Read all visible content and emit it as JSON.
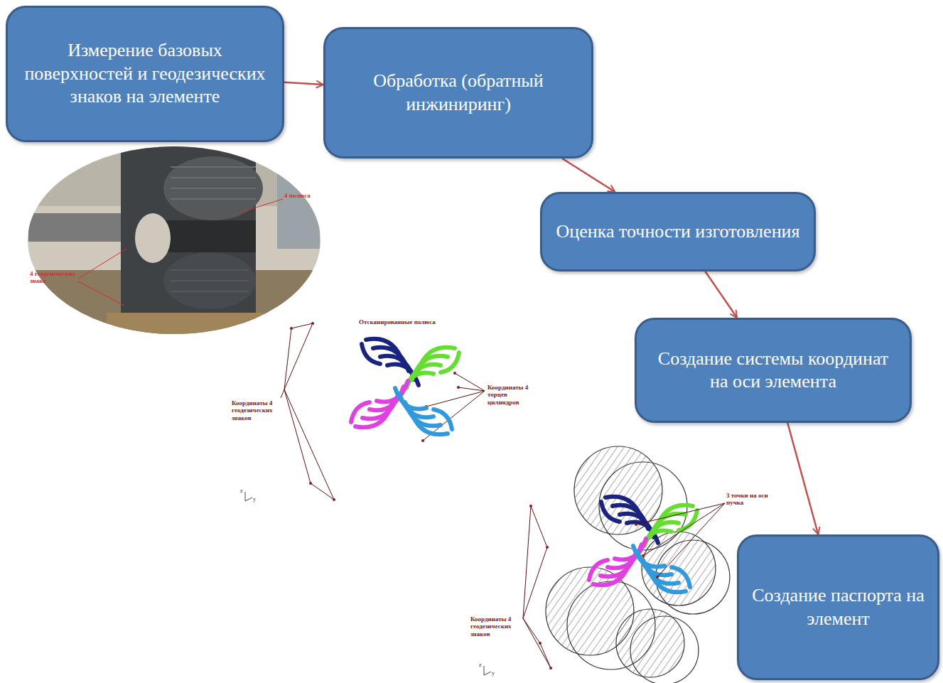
{
  "diagram": {
    "nodes": [
      {
        "text": [
          "Измерение базовых поверхностей и геодезических знаков на элементе"
        ]
      },
      {
        "text": [
          "Обработка (обратный инжиниринг)"
        ]
      },
      {
        "text": [
          "Оценка точности изготовления"
        ]
      },
      {
        "text": [
          "Создание системы координат на оси элемента"
        ]
      },
      {
        "text": [
          "Создание паспорта на элемент"
        ]
      }
    ],
    "edges": [
      {
        "from": 0,
        "to": 1,
        "arrow": "to"
      },
      {
        "from": 1,
        "to": 2,
        "arrow": "to"
      },
      {
        "from": 2,
        "to": 3,
        "arrow": "to"
      },
      {
        "from": 3,
        "to": 4,
        "arrow": "to"
      }
    ],
    "labels": [
      "4 геодезических знака",
      "4 полюса",
      "Отсканированные полюса",
      "Координаты 4 геодезических знаков",
      "Координаты 4 торцев цилиндров",
      "3 точки на оси пучка",
      "Координаты 4 геодезических знаков",
      "z",
      "y",
      "z",
      "y"
    ]
  }
}
